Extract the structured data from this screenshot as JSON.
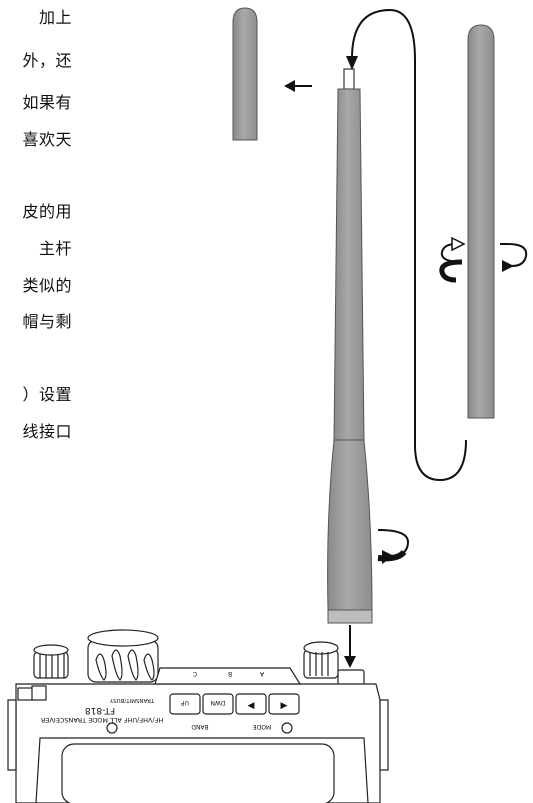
{
  "text_fragments": [
    "加上",
    "外，还",
    "如果有",
    "喜欢天",
    "皮的用",
    "主杆",
    "类似的",
    "帽与剩",
    "）设置",
    "线接口"
  ],
  "radio": {
    "model_label": "FT-818",
    "transceiver_label": "HF/VHF/UHF ALL MODE TRANSCEIVER",
    "transmit_label": "TRANSMIT/BUSY",
    "buttons": [
      "UP",
      "DWN",
      "◀",
      "▶"
    ],
    "band_label": "BAND",
    "mode_label": "MODE",
    "keys": [
      "C",
      "B",
      "A"
    ]
  },
  "colors": {
    "antenna_fill": "#9d9d9d",
    "antenna_stroke": "#555555",
    "line": "#111111"
  }
}
